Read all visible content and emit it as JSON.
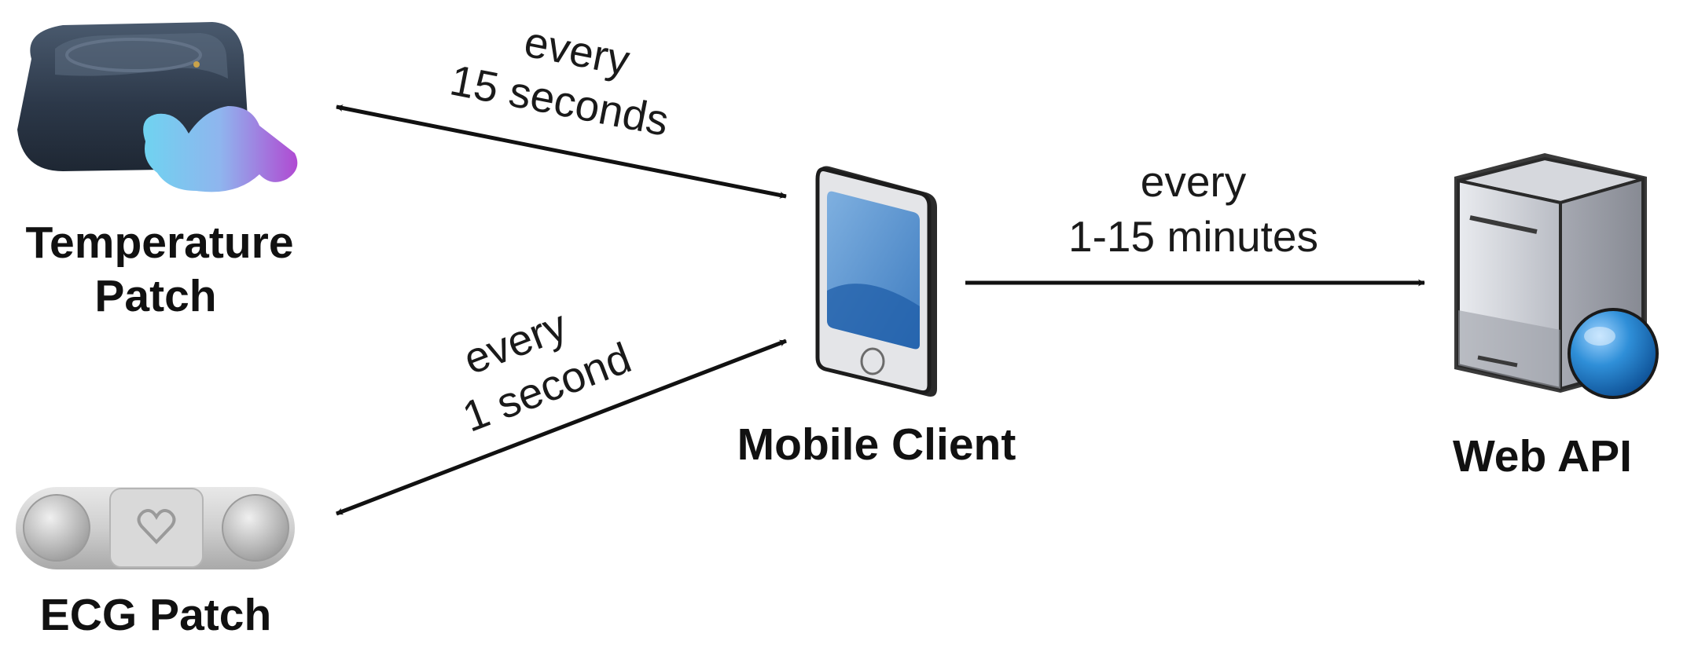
{
  "nodes": {
    "temperature_patch": {
      "label_line1": "Temperature",
      "label_line2": "Patch",
      "icon": "temperature-patch-icon"
    },
    "ecg_patch": {
      "label": "ECG Patch",
      "icon": "ecg-patch-icon"
    },
    "mobile_client": {
      "label": "Mobile Client",
      "icon": "mobile-phone-icon"
    },
    "web_api": {
      "label": "Web API",
      "icon": "server-globe-icon"
    }
  },
  "edges": {
    "temperature_to_mobile": {
      "label_line1": "every",
      "label_line2": "15 seconds",
      "direction": "bidirectional"
    },
    "ecg_to_mobile": {
      "label_line1": "every",
      "label_line2": "1 second",
      "direction": "bidirectional"
    },
    "mobile_to_api": {
      "label_line1": "every",
      "label_line2": "1-15 minutes",
      "direction": "one-way"
    }
  },
  "colors": {
    "connector": "#111111",
    "phone_screen": "#5b95cf",
    "globe": "#2a7fcb",
    "temperature_logo_start": "#6fd3f0",
    "temperature_logo_end": "#b04ad2"
  }
}
